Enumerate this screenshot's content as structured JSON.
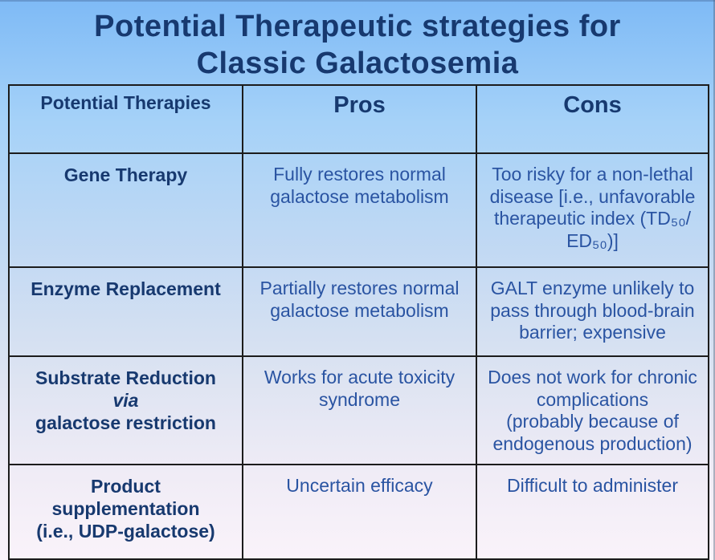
{
  "slide": {
    "title_lines": [
      "Potential Therapeutic strategies for",
      "Classic Galactosemia"
    ]
  },
  "table": {
    "headers": [
      "Potential Therapies",
      "Pros",
      "Cons"
    ],
    "rows": [
      {
        "therapy": [
          {
            "text": "Gene Therapy"
          }
        ],
        "pros": [
          "Fully restores normal galactose metabolism"
        ],
        "cons": [
          "Too risky for a non-lethal disease [i.e., unfavorable therapeutic index (TD₅₀/​ED₅₀)]"
        ]
      },
      {
        "therapy": [
          {
            "text": "Enzyme Replacement"
          }
        ],
        "pros": [
          "Partially restores normal galactose metabolism"
        ],
        "cons": [
          "GALT enzyme unlikely to pass through blood-brain barrier; expensive"
        ]
      },
      {
        "therapy": [
          {
            "text": "Substrate Reduction"
          },
          {
            "text": "via",
            "italic": true
          },
          {
            "text": "galactose restriction"
          }
        ],
        "pros": [
          "Works for acute toxicity syndrome"
        ],
        "cons": [
          "Does not work for chronic complications",
          "(probably because of endogenous production)"
        ]
      },
      {
        "therapy": [
          {
            "text": "Product"
          },
          {
            "text": "supplementation"
          },
          {
            "text": "(i.e., UDP-galactose)"
          }
        ],
        "pros": [
          "Uncertain efficacy"
        ],
        "cons": [
          "Difficult to administer"
        ]
      }
    ]
  },
  "colors": {
    "bg_top": "#7ebaf6",
    "bg_bottom": "#faf3fa",
    "title_text": "#17396f",
    "label_text": "#17396f",
    "body_text": "#2a54a2",
    "table_border": "#1c1c1c"
  }
}
